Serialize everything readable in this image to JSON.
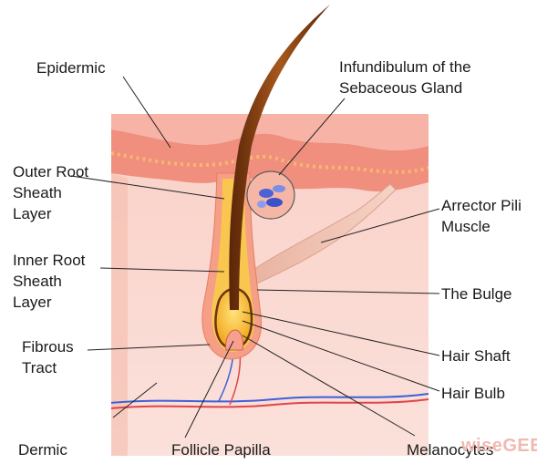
{
  "labels": {
    "epidermic": "Epidermic",
    "infundibulum": [
      "Infundibulum of the",
      "Sebaceous Gland"
    ],
    "outer_root": [
      "Outer Root",
      "Sheath",
      "Layer"
    ],
    "arrector": [
      "Arrector Pili",
      "Muscle"
    ],
    "inner_root": [
      "Inner Root",
      "Sheath",
      "Layer"
    ],
    "bulge": "The Bulge",
    "fibrous": [
      "Fibrous",
      "Tract"
    ],
    "hair_shaft": "Hair Shaft",
    "hair_bulb": "Hair Bulb",
    "dermic": "Dermic",
    "follicle_papilla": "Follicle Papilla",
    "melanocytes": "Melanocytes"
  },
  "watermark": "wiseGEEK",
  "colors": {
    "dermis": "#f7c6bd",
    "epidermis": "#f08f7e",
    "hair": "#7a3a10",
    "follicle": "#f5b328",
    "vein_blue": "#3f5fd8",
    "vein_red": "#e0454a"
  }
}
